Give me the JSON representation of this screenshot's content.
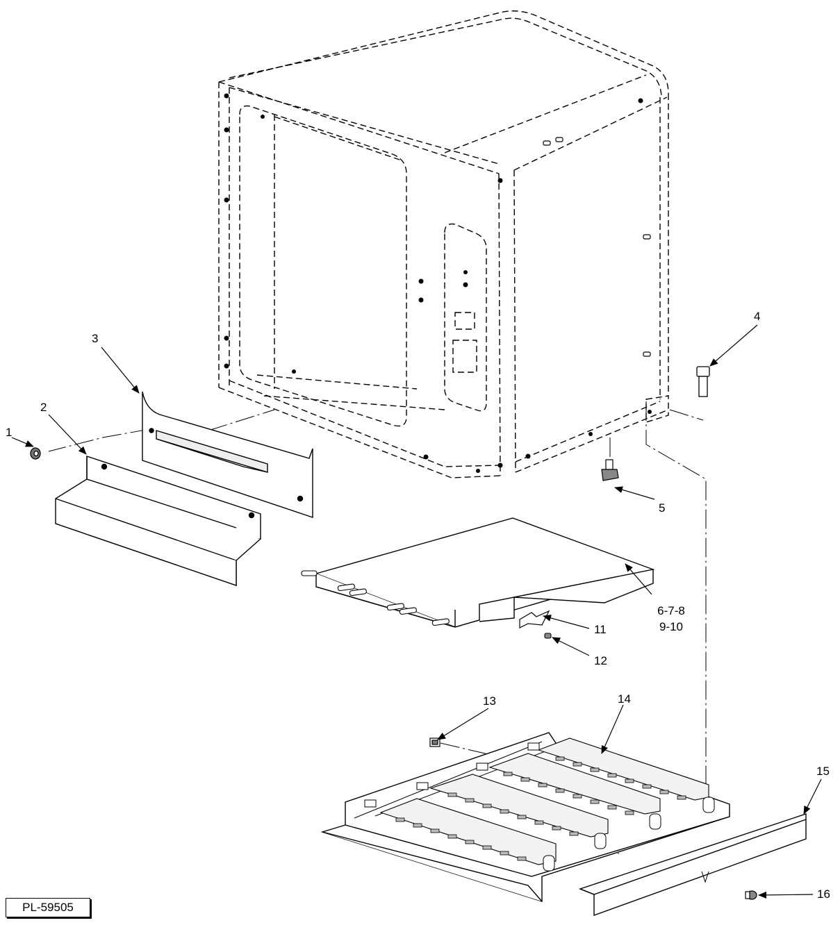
{
  "callouts": {
    "c1": "1",
    "c2": "2",
    "c3": "3",
    "c4": "4",
    "c5": "5",
    "c6": "6-7-8",
    "c6b": "9-10",
    "c11": "11",
    "c12": "12",
    "c13": "13",
    "c14": "14",
    "c15": "15",
    "c16": "16"
  },
  "drawing_id": "PL-59505"
}
